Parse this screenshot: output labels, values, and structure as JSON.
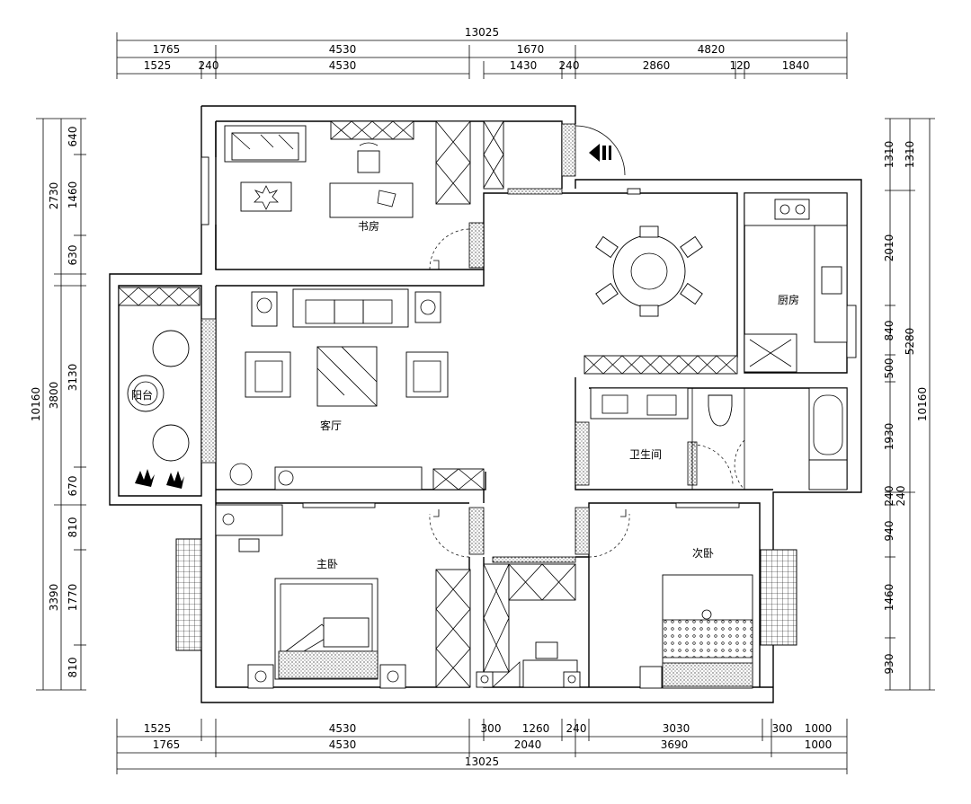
{
  "rooms": {
    "study": "书房",
    "living": "客厅",
    "balcony": "阳台",
    "kitchen": "厨房",
    "bathroom": "卫生间",
    "master": "主卧",
    "second": "次卧"
  },
  "top_dims": {
    "total": "13025",
    "r1": [
      "1765",
      "4530",
      "1670",
      "4820"
    ],
    "r2": [
      "1525",
      "240",
      "4530",
      "1430",
      "240",
      "2860",
      "120",
      "1840"
    ]
  },
  "bottom_dims": {
    "total": "13025",
    "r1": [
      "1525",
      "4530",
      "300",
      "1260",
      "240",
      "3030",
      "300",
      "1000"
    ],
    "r2": [
      "1765",
      "4530",
      "2040",
      "3690",
      "1000"
    ]
  },
  "left_dims": {
    "total": "10160",
    "mid": [
      "2730",
      "3800",
      "3390"
    ],
    "inner": [
      "640",
      "1460",
      "630",
      "3130",
      "670",
      "810",
      "1770",
      "810"
    ]
  },
  "right_dims": {
    "total": "10160",
    "mid": [
      "1310",
      "5280"
    ],
    "inner": [
      "1310",
      "2010",
      "840",
      "500",
      "1930",
      "240",
      "240",
      "940",
      "1460",
      "930"
    ]
  }
}
